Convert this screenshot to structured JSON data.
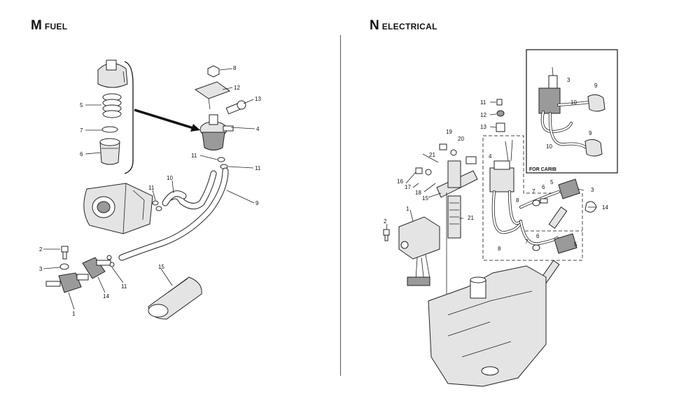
{
  "sections": {
    "fuel": {
      "letter": "M",
      "name": "FUEL"
    },
    "electrical": {
      "letter": "N",
      "name": "ELECTRICAL"
    }
  },
  "fuel_callouts": {
    "c1": "1",
    "c2": "2",
    "c3": "3",
    "c4": "4",
    "c5": "5",
    "c6": "6",
    "c7": "7",
    "c8": "8",
    "c9": "9",
    "c10": "10",
    "c11a": "11",
    "c11b": "11",
    "c11c": "11",
    "c11d": "11",
    "c12": "12",
    "c13": "13",
    "c14": "14",
    "c15": "15"
  },
  "electrical_callouts": {
    "c1": "1",
    "c2": "2",
    "c3": "3",
    "c4": "4",
    "c5a": "5",
    "c5b": "5",
    "c6a": "6",
    "c6b": "6",
    "c7a": "7",
    "c7b": "7",
    "c8a": "8",
    "c8b": "8",
    "c11": "11",
    "c12": "12",
    "c13": "13",
    "c14": "14",
    "c15": "15",
    "c16": "16",
    "c17": "17",
    "c18": "18",
    "c19": "19",
    "c20": "20",
    "c21a": "21",
    "c21b": "21",
    "inset_c3": "3",
    "inset_c9a": "9",
    "inset_c9b": "9",
    "inset_c10a": "10",
    "inset_c10b": "10"
  },
  "inset_label": "FOR CARIB"
}
